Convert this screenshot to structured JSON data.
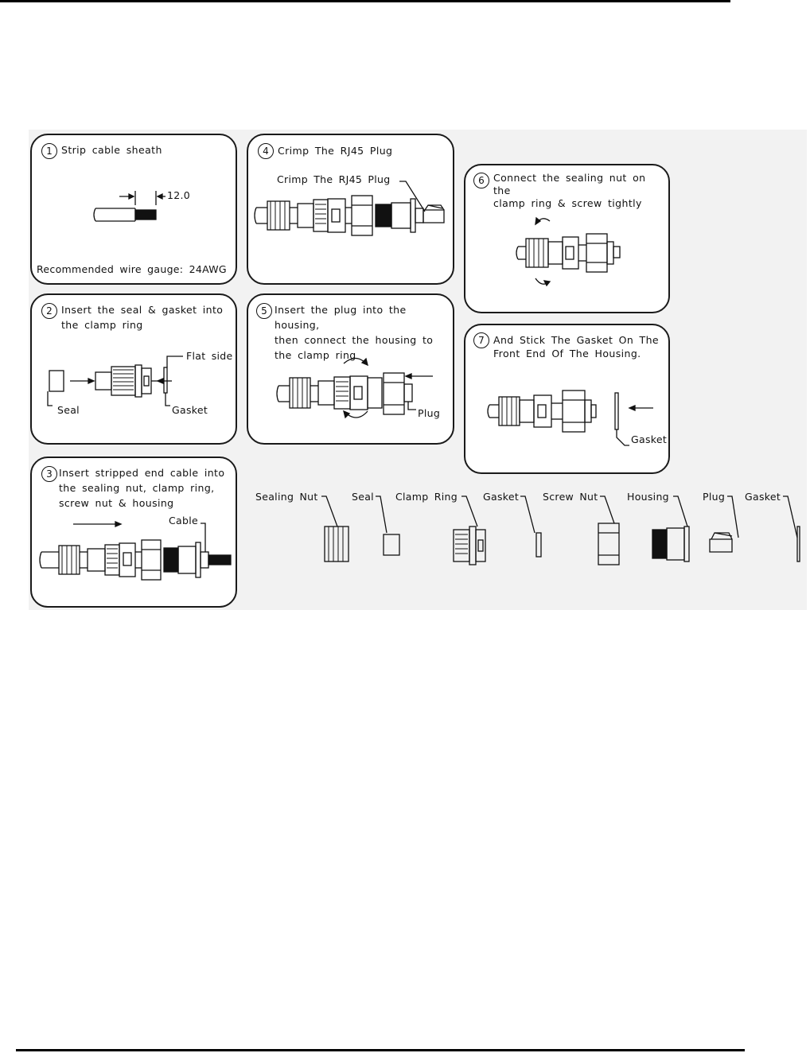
{
  "steps": [
    {
      "num": "1",
      "text": "Strip  cable  sheath",
      "dimension": "12.0",
      "note": "Recommended  wire  gauge:  24AWG"
    },
    {
      "num": "2",
      "text": "Insert  the  seal  &  gasket  into\nthe  clamp  ring",
      "labels": {
        "flat_side": "Flat  side",
        "seal": "Seal",
        "gasket": "Gasket"
      }
    },
    {
      "num": "3",
      "text": "Insert  stripped  end  cable  into\nthe  sealing  nut,  clamp  ring,\nscrew  nut  &  housing",
      "labels": {
        "cable": "Cable"
      }
    },
    {
      "num": "4",
      "text": "Crimp  The  RJ45  Plug",
      "labels": {
        "callout": "Crimp  The  RJ45  Plug"
      }
    },
    {
      "num": "5",
      "text": "Insert  the  plug  into  the  housing,\nthen  connect  the  housing  to\nthe  clamp  ring",
      "labels": {
        "plug": "Plug"
      }
    },
    {
      "num": "6",
      "text": "Connect  the  sealing  nut  on  the\nclamp  ring  &  screw  tightly"
    },
    {
      "num": "7",
      "text": "And  Stick  The  Gasket  On  The\nFront  End  Of  The  Housing.",
      "labels": {
        "gasket": "Gasket"
      }
    }
  ],
  "parts": [
    "Sealing  Nut",
    "Seal",
    "Clamp  Ring",
    "Gasket",
    "Screw  Nut",
    "Housing",
    "Plug",
    "Gasket"
  ]
}
